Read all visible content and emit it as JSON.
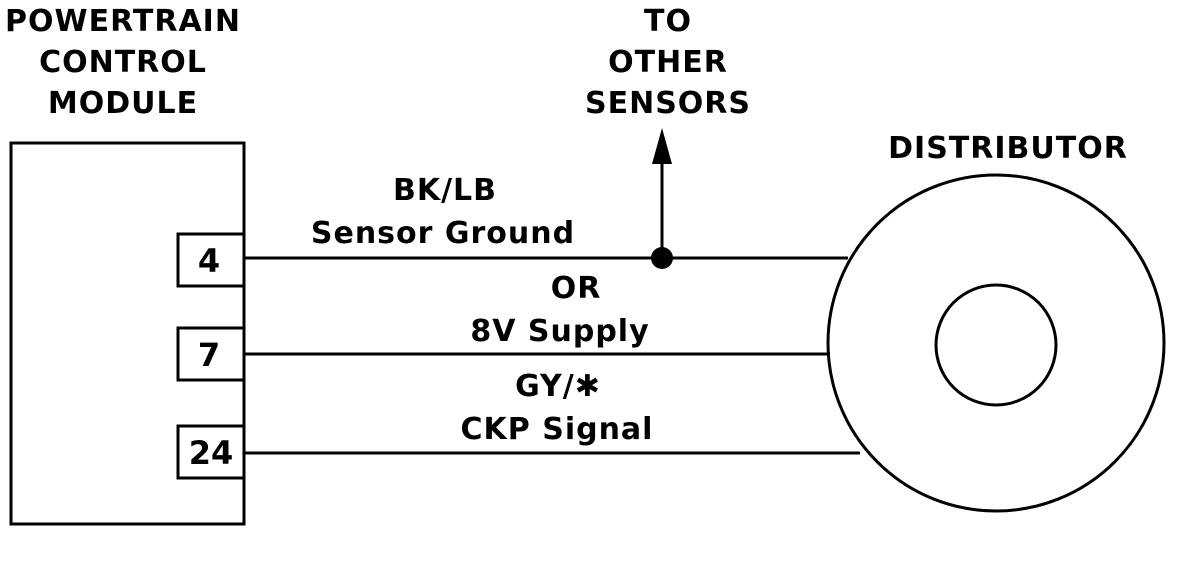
{
  "module": {
    "title_lines": [
      "POWERTRAIN",
      "CONTROL",
      "MODULE"
    ],
    "pins": [
      "4",
      "7",
      "24"
    ]
  },
  "other_sensors": {
    "label_lines": [
      "TO",
      "OTHER",
      "SENSORS"
    ]
  },
  "distributor": {
    "title": "DISTRIBUTOR"
  },
  "wires": [
    {
      "pin": "4",
      "color_code": "BK/LB",
      "function": "Sensor Ground"
    },
    {
      "pin": "7",
      "color_code": "OR",
      "function": "8V Supply"
    },
    {
      "pin": "24",
      "color_code": "GY/✱",
      "function": "CKP Signal"
    }
  ]
}
